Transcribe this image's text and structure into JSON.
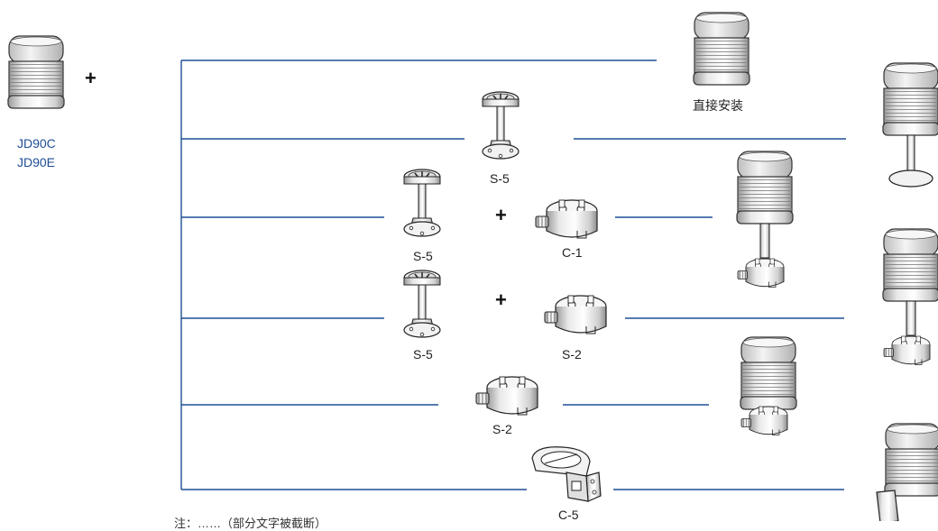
{
  "product": {
    "models": [
      "JD90C",
      "JD90E"
    ]
  },
  "operators": {
    "plus": "+"
  },
  "options": [
    {
      "label": "直接安装"
    },
    {
      "label": "S-5"
    },
    {
      "label_a": "S-5",
      "label_b": "C-1"
    },
    {
      "label_a": "S-5",
      "label_b": "S-2"
    },
    {
      "label": "S-2"
    },
    {
      "label": "C-5"
    }
  ],
  "footnote": "注：……（部分文字被截断）",
  "colors": {
    "line": "#1f4e96",
    "outline": "#333333",
    "lens": "#e6e6e6",
    "body": "#cfcfcf"
  }
}
